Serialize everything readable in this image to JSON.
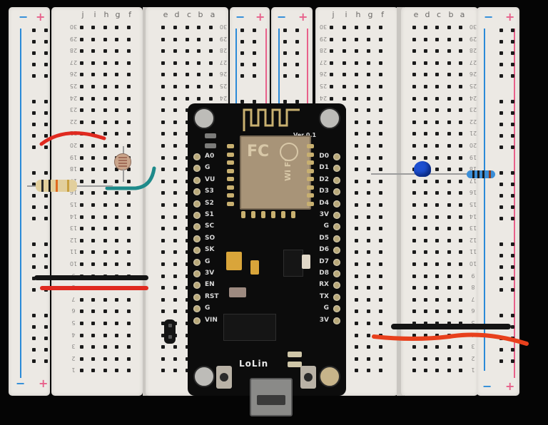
{
  "scene": {
    "description": "Breadboard prototype with NodeMCU ESP8266 board, LDR, resistors, LED and jumper wires",
    "background_color": "#050505"
  },
  "breadboards": [
    {
      "id": "left",
      "rails": {
        "minus_label": "−",
        "plus_label": "+"
      },
      "column_labels_top": [
        "j",
        "i",
        "h",
        "g",
        "f"
      ],
      "column_labels_mid": [
        "e",
        "d",
        "c",
        "b",
        "a"
      ],
      "row_labels": [
        "30",
        "29",
        "28",
        "27",
        "26",
        "25",
        "24",
        "23",
        "22",
        "21",
        "20",
        "19",
        "18",
        "17",
        "16",
        "15",
        "14",
        "13",
        "12",
        "11",
        "10",
        "9",
        "8",
        "7",
        "6",
        "5",
        "4",
        "3",
        "2",
        "1"
      ]
    },
    {
      "id": "right",
      "rails": {
        "minus_label": "−",
        "plus_label": "+"
      },
      "column_labels_top": [
        "j",
        "i",
        "h",
        "g",
        "f"
      ],
      "column_labels_mid": [
        "e",
        "d",
        "c",
        "b",
        "a"
      ],
      "row_labels": [
        "30",
        "29",
        "28",
        "27",
        "26",
        "25",
        "24",
        "23",
        "22",
        "21",
        "20",
        "19",
        "18",
        "17",
        "16",
        "15",
        "14",
        "13",
        "12",
        "11",
        "10",
        "9",
        "8",
        "7",
        "6",
        "5",
        "4",
        "3",
        "2",
        "1"
      ]
    }
  ],
  "mcu": {
    "brand": "LoLin",
    "version_label": "Ver 0.1",
    "module_marks": [
      "FC",
      "Wi Fi"
    ],
    "left_pins": [
      "A0",
      "G",
      "VU",
      "S3",
      "S2",
      "S1",
      "SC",
      "SO",
      "SK",
      "G",
      "3V",
      "EN",
      "RST",
      "G",
      "VIN"
    ],
    "right_pins": [
      "D0",
      "D1",
      "D2",
      "D3",
      "D4",
      "3V",
      "G",
      "D5",
      "D6",
      "D7",
      "D8",
      "RX",
      "TX",
      "G",
      "3V"
    ],
    "colors": {
      "pcb": "#0c0c0c",
      "module": "#a89478",
      "silkscreen": "#d8d8d8"
    }
  },
  "components": [
    {
      "type": "resistor",
      "name": "ldr-pulldown-resistor",
      "bands": [
        "#2a2a2a",
        "#1a1a1a",
        "#e06a20",
        "#c8a040"
      ],
      "body": "#e2cf9c"
    },
    {
      "type": "ldr",
      "name": "photoresistor"
    },
    {
      "type": "led",
      "name": "blue-led",
      "color": "#1d4fd0"
    },
    {
      "type": "resistor",
      "name": "led-resistor",
      "bands": [
        "#1a1a1a",
        "#1a1a1a",
        "#1a1a1a",
        "#8a3a20"
      ],
      "body": "#3a8ed8"
    },
    {
      "type": "jumper",
      "name": "red-jumper-top-left",
      "color": "#e02a20"
    },
    {
      "type": "jumper",
      "name": "teal-jumper",
      "color": "#1e8a8a"
    },
    {
      "type": "jumper",
      "name": "black-jumper-left",
      "color": "#141414"
    },
    {
      "type": "jumper",
      "name": "red-jumper-left",
      "color": "#e02a20"
    },
    {
      "type": "jumper",
      "name": "black-jumper-right",
      "color": "#141414"
    },
    {
      "type": "jumper",
      "name": "red-jumper-right",
      "color": "#e8401c"
    },
    {
      "type": "header",
      "name": "two-pin-header"
    }
  ]
}
